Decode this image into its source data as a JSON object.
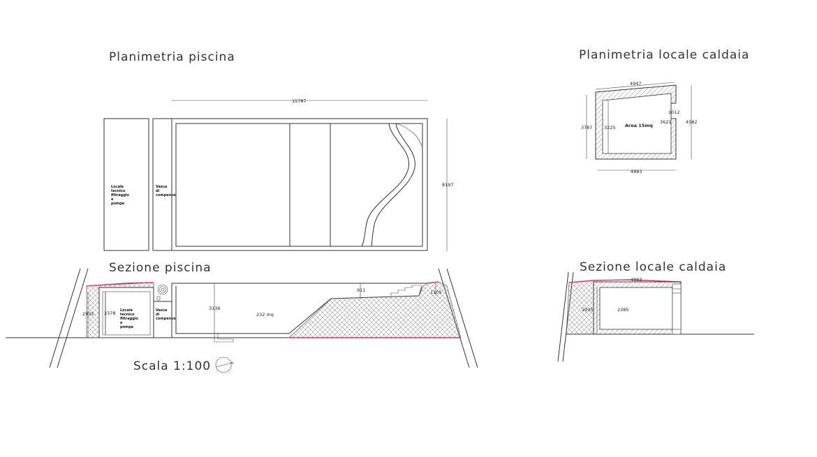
{
  "titles": {
    "pool_plan": "Planimetria piscina",
    "boiler_plan": "Planimetria locale caldaia",
    "pool_section": "Sezione piscina",
    "boiler_section": "Sezione locale caldaia",
    "scale": "Scala 1:100"
  },
  "pool_plan": {
    "overall_length": "15787",
    "overall_width": "8197",
    "technical_room_label": [
      "Locale",
      "tecnico",
      "filtraggio",
      "e",
      "pompe"
    ],
    "compensation_tank_label": [
      "Vasca",
      "di",
      "compenso"
    ]
  },
  "boiler_plan": {
    "top_width": "4947",
    "bottom_width": "4883",
    "left_outer": "3787",
    "left_inner": "3225",
    "right_upper": "1012",
    "right_inner": "3621",
    "right_outer": "4582",
    "area": "Area 15mq"
  },
  "pool_section": {
    "retaining_height": "2935",
    "room_height": "2378",
    "depth": "3136",
    "shallow_depth": "911",
    "edge_height": "1105",
    "volume": "232 mq",
    "technical_room_label": [
      "Locale",
      "tecnico",
      "filtraggio",
      "e",
      "pompe"
    ],
    "compensation_tank_label": [
      "Vasca",
      "di",
      "compenso"
    ]
  },
  "boiler_section": {
    "width": "4883",
    "outer_height": "2935",
    "inner_height": "2385"
  },
  "colors": {
    "line": "#333333",
    "ground_accent": "#e0306a"
  }
}
